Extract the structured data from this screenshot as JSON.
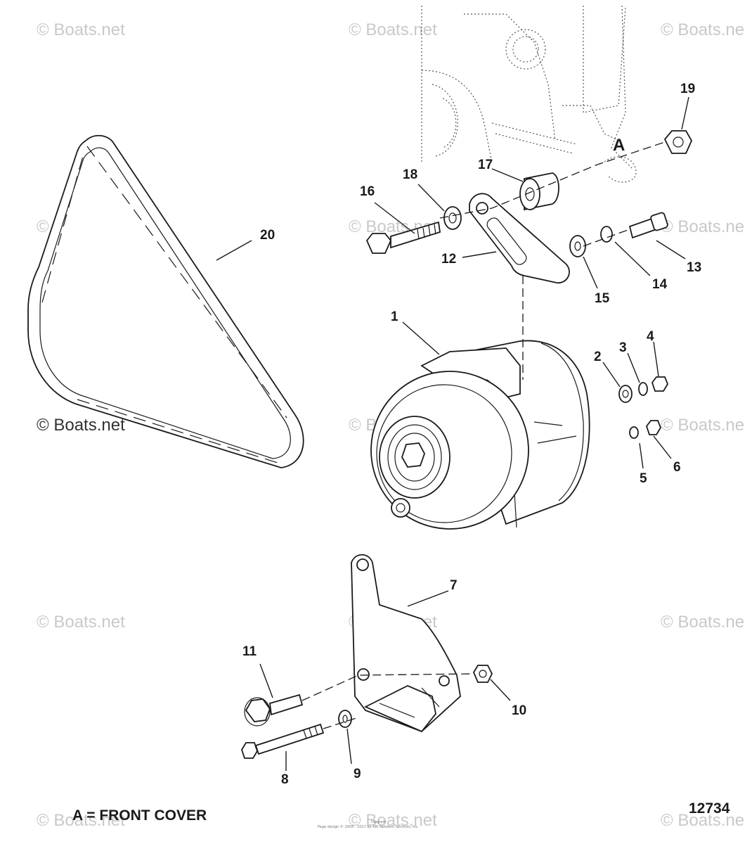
{
  "diagram": {
    "callouts": [
      "1",
      "2",
      "3",
      "4",
      "5",
      "6",
      "7",
      "8",
      "9",
      "10",
      "11",
      "12",
      "13",
      "14",
      "15",
      "16",
      "17",
      "18",
      "19",
      "20"
    ],
    "reference_letter": "A",
    "legend": "A = FRONT COVER",
    "figure_number": "12734",
    "watermark": "© Boats.net",
    "watermark_cut": "© Boats.ne",
    "footer_line1": "Diagram",
    "footer_line2": "Page design © 2004 - 2017 by ARI Network Services, Inc."
  }
}
